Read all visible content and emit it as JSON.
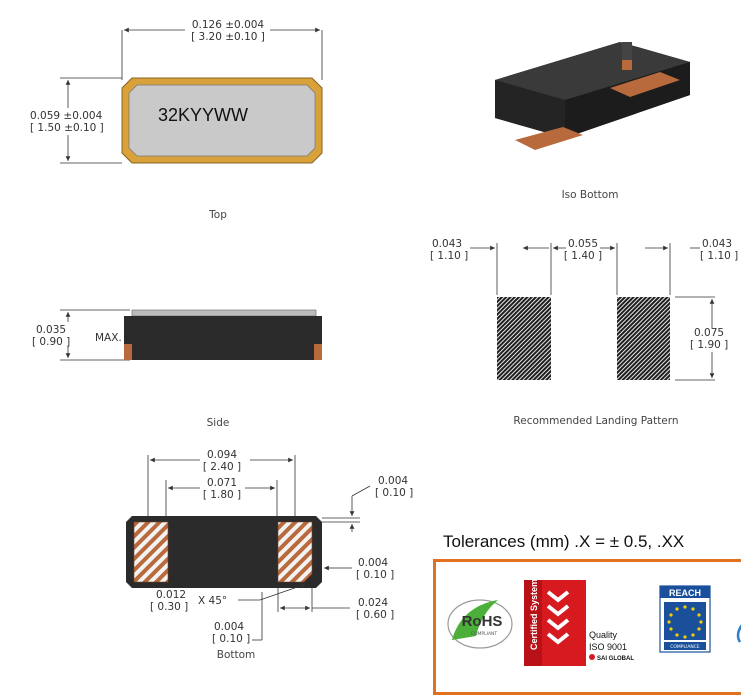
{
  "top_view": {
    "width_dim": "0.126 ±0.004",
    "width_dim_mm": "[ 3.20 ±0.10 ]",
    "height_dim": "0.059 ±0.004",
    "height_dim_mm": "[ 1.50 ±0.10 ]",
    "marking": "32KYYWW",
    "caption": "Top"
  },
  "iso_view": {
    "caption": "Iso Bottom"
  },
  "landing_pattern": {
    "pad_width": "0.043",
    "pad_width_mm": "[ 1.10 ]",
    "gap": "0.055",
    "gap_mm": "[ 1.40 ]",
    "pad_width_right": "0.043",
    "pad_width_right_mm": "[ 1.10 ]",
    "pad_height": "0.075",
    "pad_height_mm": "[ 1.90 ]",
    "caption": "Recommended Landing Pattern"
  },
  "side_view": {
    "height_dim": "0.035",
    "height_dim_mm": "[ 0.90 ]",
    "max_label": "MAX.",
    "caption": "Side"
  },
  "bottom_view": {
    "outer_dim": "0.094",
    "outer_dim_mm": "[ 2.40 ]",
    "inner_dim": "0.071",
    "inner_dim_mm": "[ 1.80 ]",
    "offset_dim": "0.004",
    "offset_dim_mm": "[ 0.10 ]",
    "side_offset_dim": "0.004",
    "side_offset_dim_mm": "[ 0.10 ]",
    "chamfer_dim": "0.012",
    "chamfer_dim_mm": "[ 0.30 ]",
    "chamfer_angle": "X 45°",
    "pad_dim": "0.024",
    "pad_dim_mm": "[ 0.60 ]",
    "bottom_offset_dim": "0.004",
    "bottom_offset_dim_mm": "[ 0.10 ]",
    "caption": "Bottom"
  },
  "tolerances": {
    "text": "Tolerances (mm) .X = ± 0.5,  .XX"
  },
  "certifications": {
    "rohs_label": "RoHS",
    "rohs_sub": "COMPLIANT",
    "cert_system_label": "Certified System",
    "quality_label": "Quality",
    "iso_label": "ISO 9001",
    "sai_label": "SAI GLOBAL",
    "reach_label": "REACH",
    "reach_sub": "COMPLIANCE"
  },
  "colors": {
    "gold": "#d8a13a",
    "package_gray": "#c9c9c9",
    "body_dark": "#2b2b2b",
    "copper": "#b86a3d",
    "cert_border": "#e2711f",
    "cert_red": "#d71920",
    "reach_blue": "#1a4f9c",
    "rohs_green": "#4caf3a"
  }
}
